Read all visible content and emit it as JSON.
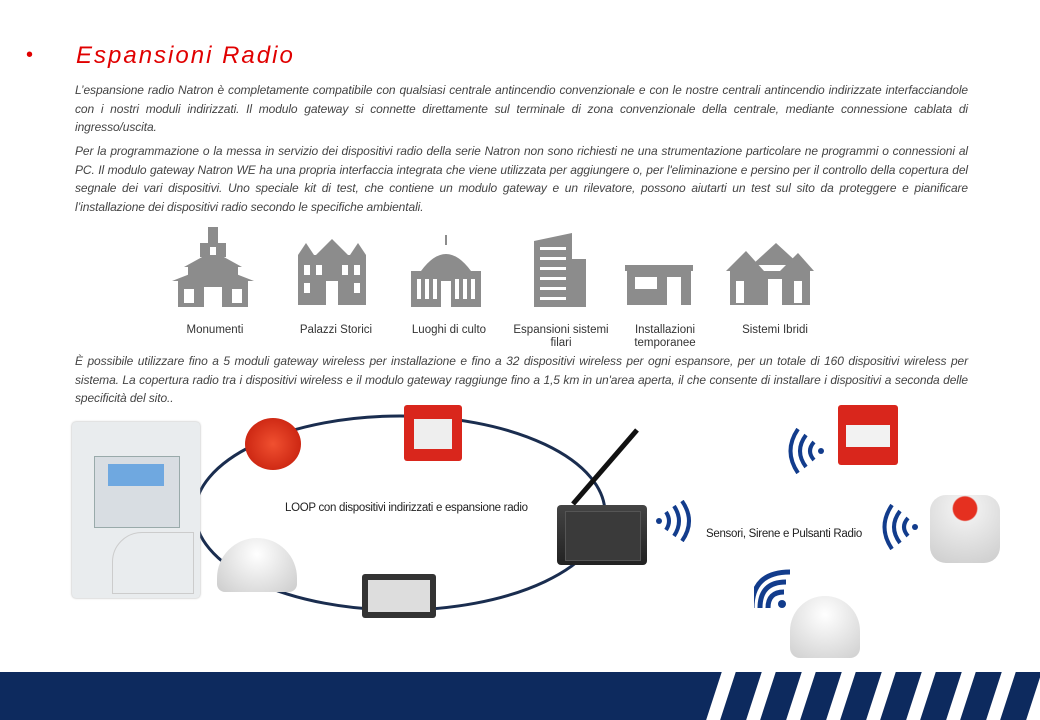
{
  "header": {
    "bullet": "•",
    "title": "Espansioni Radio"
  },
  "paragraphs": [
    "L’espansione radio Natron è completamente compatibile con qualsiasi centrale antincendio convenzionale e con le nostre centrali antincendio indirizzate interfacciandole con i nostri moduli indirizzati. Il modulo gateway si connette direttamente sul terminale di zona convenzionale della centrale, mediante connessione cablata di ingresso/uscita.",
    "Per la programmazione o la messa in servizio dei dispositivi  radio della serie Natron non sono richiesti ne una strumentazione particolare ne  programmi o connessioni al PC. Il modulo gateway Natron WE ha una propria interfaccia integrata che viene utilizzata per aggiungere o, per l'eliminazione e persino per il controllo della copertura del segnale dei vari dispositivi. Uno speciale kit di test, che contiene un modulo gateway e un rilevatore, possono aiutarti un test sul sito da proteggere e pianificare l’installazione dei dispositivi radio secondo le specifiche ambientali.",
    "È possibile utilizzare fino a 5 moduli gateway wireless per installazione e fino a 32 dispositivi wireless per ogni espansore, per un totale di 160 dispositivi wireless per sistema. La copertura radio tra i dispositivi wireless e il modulo gateway raggiunge fino a 1,5 km in un'area aperta, il che consente di installare i dispositivi a seconda delle specificità del sito.."
  ],
  "applications": [
    {
      "label": "Monumenti",
      "icon": "monument-icon"
    },
    {
      "label": "Palazzi Storici",
      "icon": "historic-palace-icon"
    },
    {
      "label": "Luoghi di culto",
      "icon": "church-icon"
    },
    {
      "label": "Espansioni sistemi filari",
      "icon": "skyscraper-icon"
    },
    {
      "label": "Installazioni temporanee",
      "icon": "temporary-building-icon"
    },
    {
      "label": "Sistemi Ibridi",
      "icon": "houses-icon"
    }
  ],
  "diagram": {
    "loop_label": "LOOP con dispositivi indirizzati e espansione radio",
    "radio_label": "Sensori, Sirene e Pulsanti Radio"
  },
  "colors": {
    "accent": "#e00000",
    "navy": "#0d2a5e",
    "icon_gray": "#8c8c8c",
    "wireless_blue": "#123c8c"
  }
}
